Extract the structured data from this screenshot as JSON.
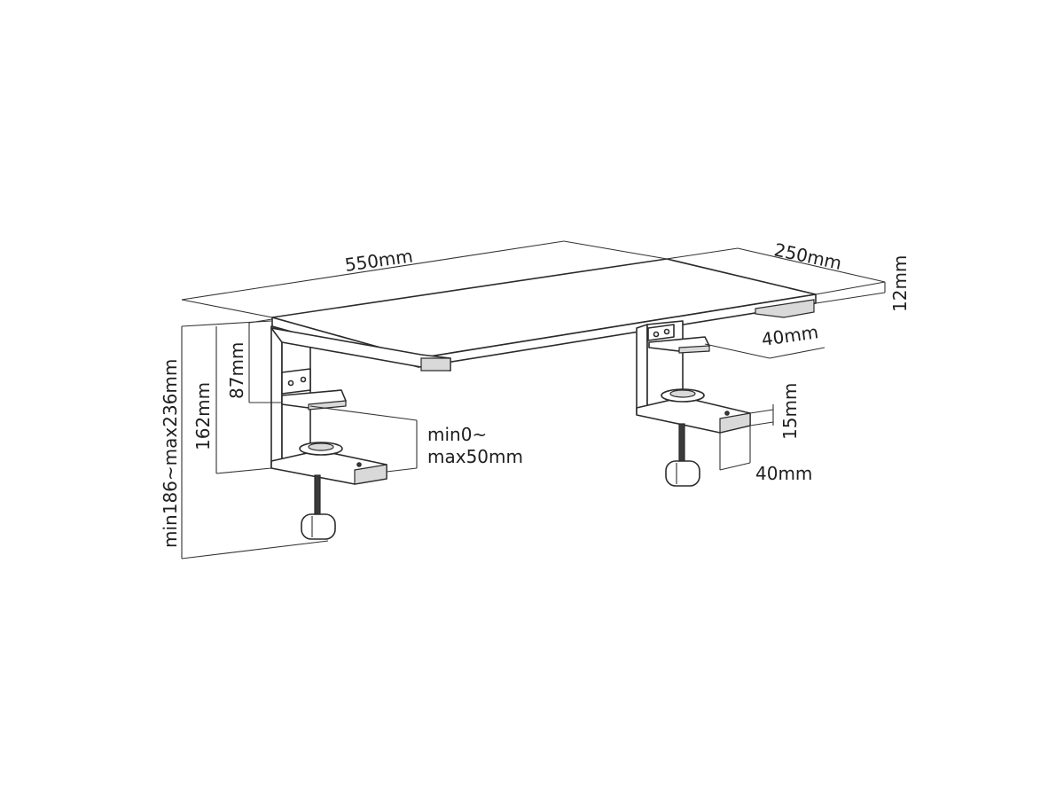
{
  "dimensions": {
    "width": "550mm",
    "depth": "250mm",
    "thickness": "12mm",
    "bracket_top_depth": "40mm",
    "clamp_to_shelf": "87mm",
    "clamp_range_line1": "min0~",
    "clamp_range_line2": "max50mm",
    "underside_height": "162mm",
    "total_height": "min186~max236mm",
    "clamp_jaw_height": "15mm",
    "clamp_jaw_depth": "40mm"
  }
}
